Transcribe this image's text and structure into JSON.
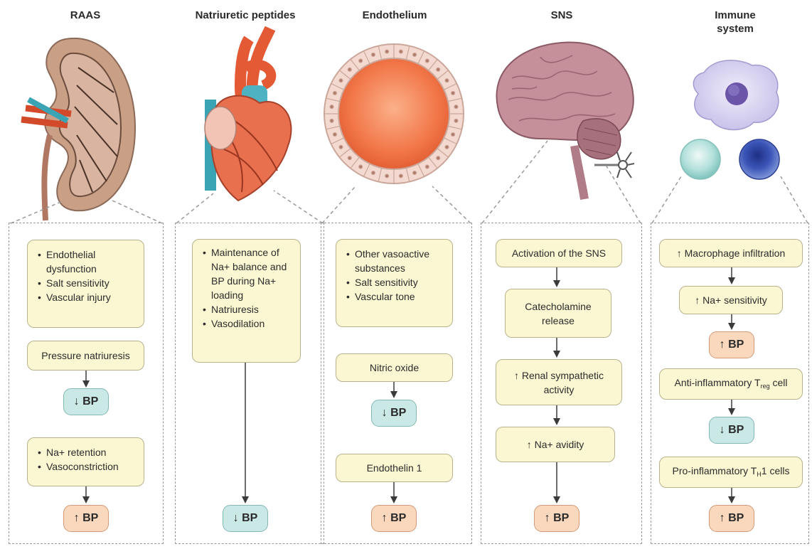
{
  "columns": {
    "raas": {
      "title": "RAAS",
      "box1": [
        "Endothelial dysfunction",
        "Salt sensitivity",
        "Vascular injury"
      ],
      "box2": "Pressure natriuresis",
      "bp1": "BP",
      "box3": [
        "Na+ retention",
        "Vasoconstriction"
      ],
      "bp2": "BP"
    },
    "natriuretic": {
      "title": "Natriuretic peptides",
      "box1": [
        "Maintenance of Na+ balance and BP during Na+ loading",
        "Natriuresis",
        "Vasodilation"
      ],
      "bp1": "BP"
    },
    "endothelium": {
      "title": "Endothelium",
      "box1": [
        "Other vasoactive substances",
        "Salt sensitivity",
        "Vascular tone"
      ],
      "box2": "Nitric oxide",
      "bp1": "BP",
      "box3": "Endothelin 1",
      "bp2": "BP"
    },
    "sns": {
      "title": "SNS",
      "box1": "Activation of the SNS",
      "box2": "Catecholamine release",
      "box3_arrow": "↑",
      "box3": "Renal sympathetic activity",
      "box4_arrow": "↑",
      "box4": "Na+ avidity",
      "bp1": "BP"
    },
    "immune": {
      "title": "Immune system",
      "box1_arrow": "↑",
      "box1": "Macrophage infiltration",
      "box2_arrow": "↑",
      "box2": "Na+ sensitivity",
      "bp1": "BP",
      "box3": "Anti-inflammatory T",
      "box3_sub": "reg",
      "box3_tail": " cell",
      "bp2": "BP",
      "box4": "Pro-inflammatory T",
      "box4_sub": "H",
      "box4_tail": "1 cells",
      "bp3": "BP"
    }
  },
  "arrows": {
    "up": "↑",
    "down": "↓"
  },
  "colors": {
    "box_fill": "#fbf7d2",
    "bp_up_fill": "#f9d8bd",
    "bp_down_fill": "#c9e8e6",
    "kidney": "#c99f86",
    "heart": "#e8704e",
    "endothelium": "#f07f4e",
    "brain": "#c6909a",
    "macrophage": "#cfc9ec",
    "cell_blue": "#3e56b6",
    "cell_teal": "#a9dcd7"
  },
  "icons": [
    "kidney-illustration",
    "heart-illustration",
    "vessel-cross-section-illustration",
    "brain-illustration",
    "neuron-icon",
    "macrophage-illustration",
    "t-cell-illustration"
  ]
}
